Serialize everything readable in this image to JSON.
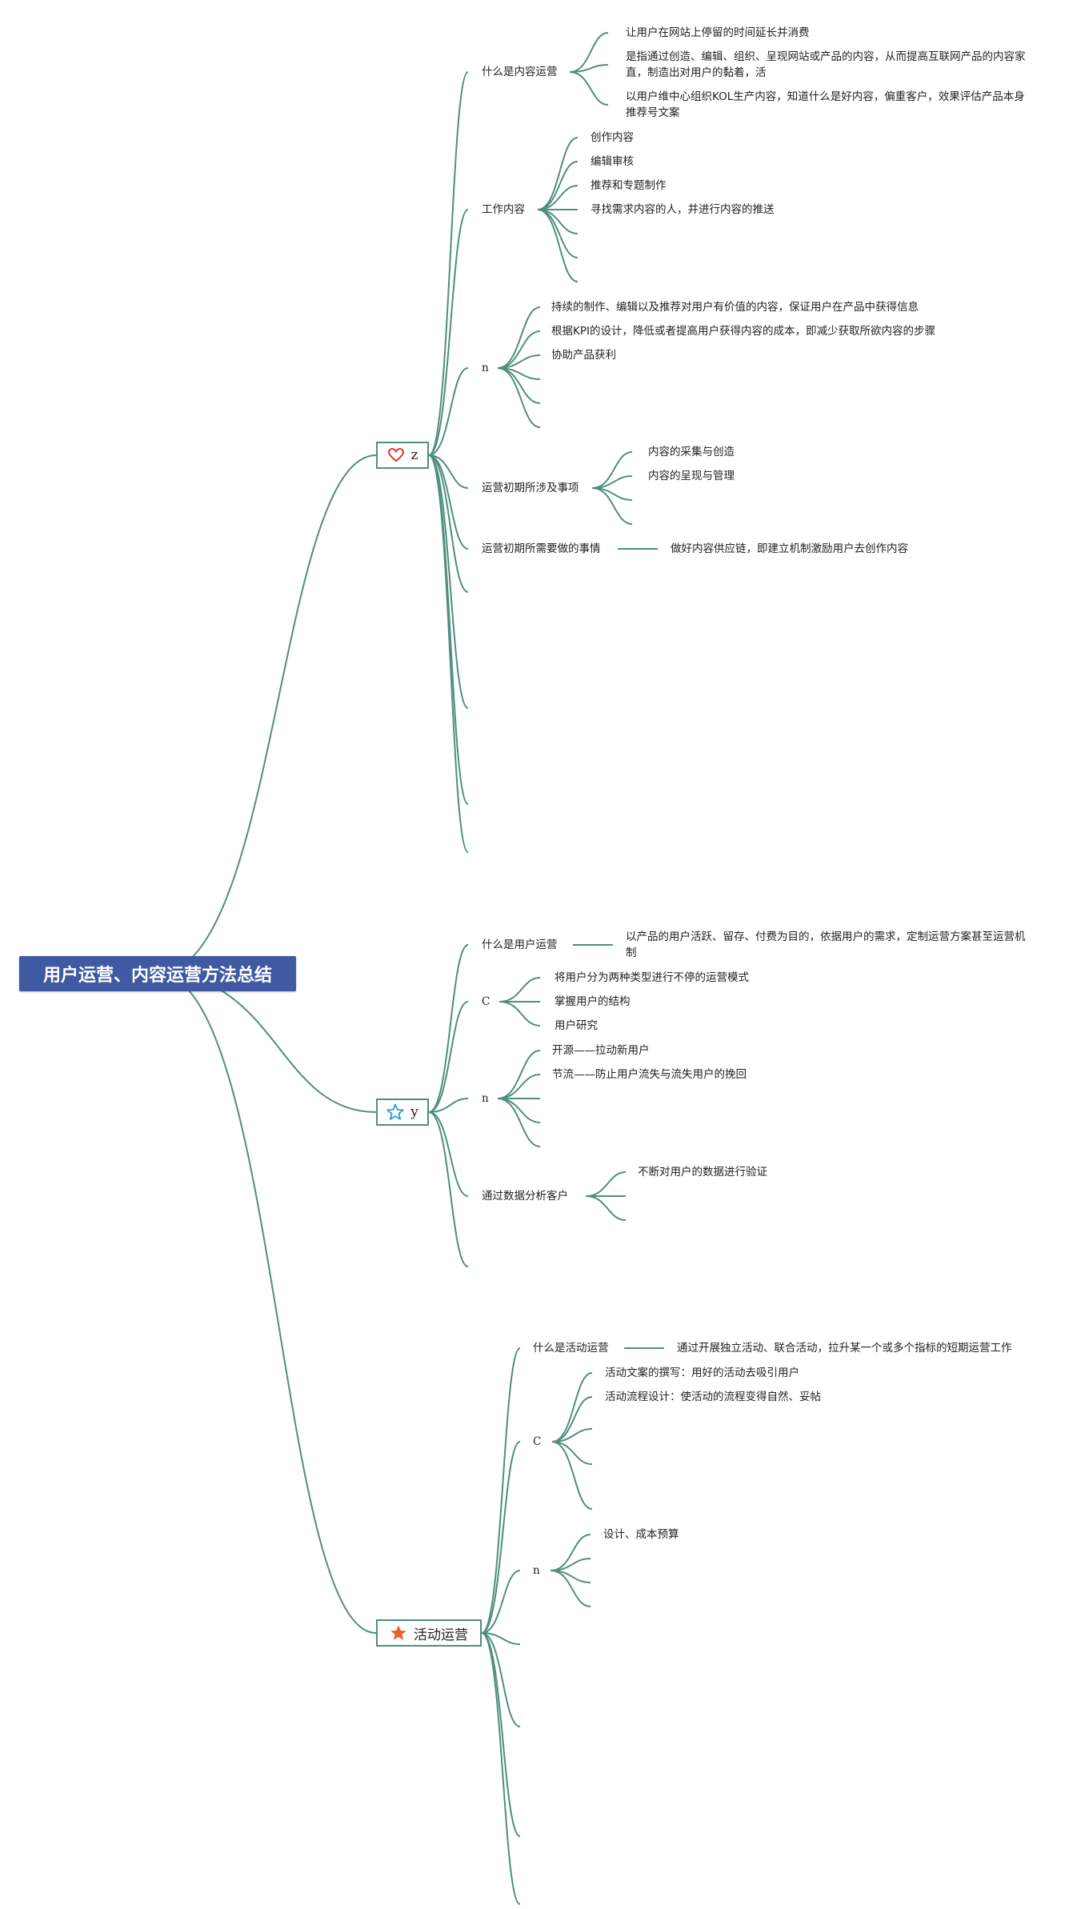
{
  "root": {
    "label": "用户运营、内容运营方法总结",
    "icon": "none"
  },
  "branches": [
    {
      "label": "z",
      "icon": "heart-icon",
      "icon_color": "#e0352b"
    },
    {
      "label": "y",
      "icon": "star-outline-icon",
      "icon_color": "#2a9dd6"
    },
    {
      "label": "活动运营",
      "icon": "star-filled-icon",
      "icon_color": "#e8632b"
    }
  ],
  "content_ops": {
    "what": {
      "label": "什么是内容运营",
      "items": [
        "让用户在网站上停留的时间延长并消费",
        "是指通过创造、编辑、组织、呈现网站或产品的内容，从而提高互联网产品的内容家直，制造出对用户的黏着，活",
        "以用户维中心组织KOL生产内容，知道什么是好内容，偏重客户，效果评估产品本身推荐号文案"
      ]
    },
    "work": {
      "label": "工作内容",
      "items": [
        "创作内容",
        "编辑审核",
        "推荐和专题制作",
        "寻找需求内容的人，并进行内容的推送"
      ]
    },
    "n": {
      "label": "n",
      "items": [
        "持续的制作、编辑以及推荐对用户有价值的内容，保证用户在产品中获得信息",
        "根据KPI的设计，降低或者提高用户获得内容的成本，即减少获取所欲内容的步骤",
        "协助产品获利"
      ]
    },
    "early_scope": {
      "label": "运营初期所涉及事项",
      "items": [
        "内容的采集与创造",
        "内容的呈现与管理"
      ]
    },
    "early_todo": {
      "label": "运营初期所需要做的事情",
      "items": [
        "做好内容供应链，即建立机制激励用户去创作内容"
      ]
    }
  },
  "user_ops": {
    "what": {
      "label": "什么是用户运营",
      "items": [
        "以产品的用户活跃、留存、付费为目的，依据用户的需求，定制运营方案甚至运营机制"
      ]
    },
    "c": {
      "label": "C",
      "items": [
        "将用户分为两种类型进行不停的运营模式",
        "掌握用户的结构",
        "用户研究"
      ]
    },
    "n": {
      "label": "n",
      "items": [
        "开源——拉动新用户",
        "节流——防止用户流失与流失用户的挽回"
      ]
    },
    "analysis": {
      "label": "通过数据分析客户",
      "items": [
        "不断对用户的数据进行验证"
      ]
    }
  },
  "activity_ops": {
    "what": {
      "label": "什么是活动运营",
      "items": [
        "通过开展独立活动、联合活动，拉升某一个或多个指标的短期运营工作"
      ]
    },
    "c": {
      "label": "C",
      "items": [
        "活动文案的撰写：用好的活动去吸引用户",
        "活动流程设计：使活动的流程变得自然、妥帖"
      ]
    },
    "n": {
      "label": "n",
      "items": [
        "设计、成本预算"
      ]
    }
  }
}
